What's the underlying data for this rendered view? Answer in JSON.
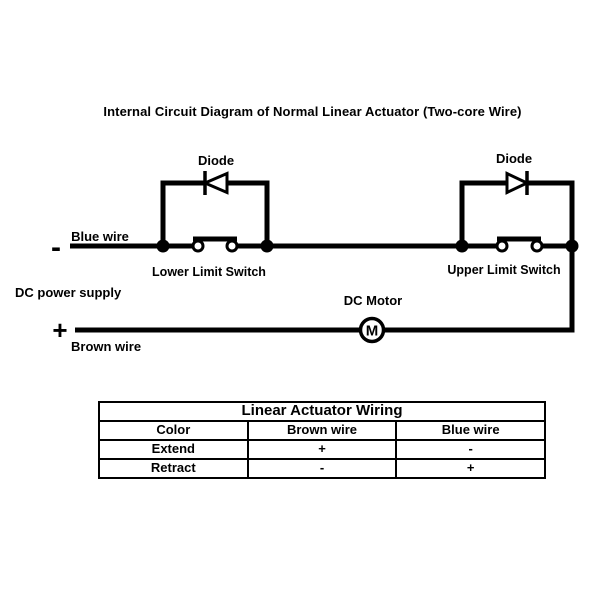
{
  "title": "Internal Circuit Diagram of Normal Linear Actuator (Two-core Wire)",
  "circuit": {
    "diode_left": {
      "label": "Diode"
    },
    "diode_right": {
      "label": "Diode"
    },
    "blue_wire": {
      "label": "Blue wire",
      "polarity": "-"
    },
    "brown_wire": {
      "label": "Brown wire",
      "polarity": "+"
    },
    "power_supply": {
      "label": "DC power supply"
    },
    "lower_limit_switch": {
      "label": "Lower Limit Switch"
    },
    "upper_limit_switch": {
      "label": "Upper Limit Switch"
    },
    "motor": {
      "label": "DC Motor",
      "symbol": "M"
    }
  },
  "wiring_table": {
    "title": "Linear Actuator Wiring",
    "columns": [
      "Color",
      "Brown wire",
      "Blue wire"
    ],
    "rows": [
      {
        "color": "Extend",
        "brown_wire": "+",
        "blue_wire": "-"
      },
      {
        "color": "Retract",
        "brown_wire": "-",
        "blue_wire": "+"
      }
    ]
  },
  "colors": {
    "ink": "#000000",
    "background": "#ffffff"
  }
}
